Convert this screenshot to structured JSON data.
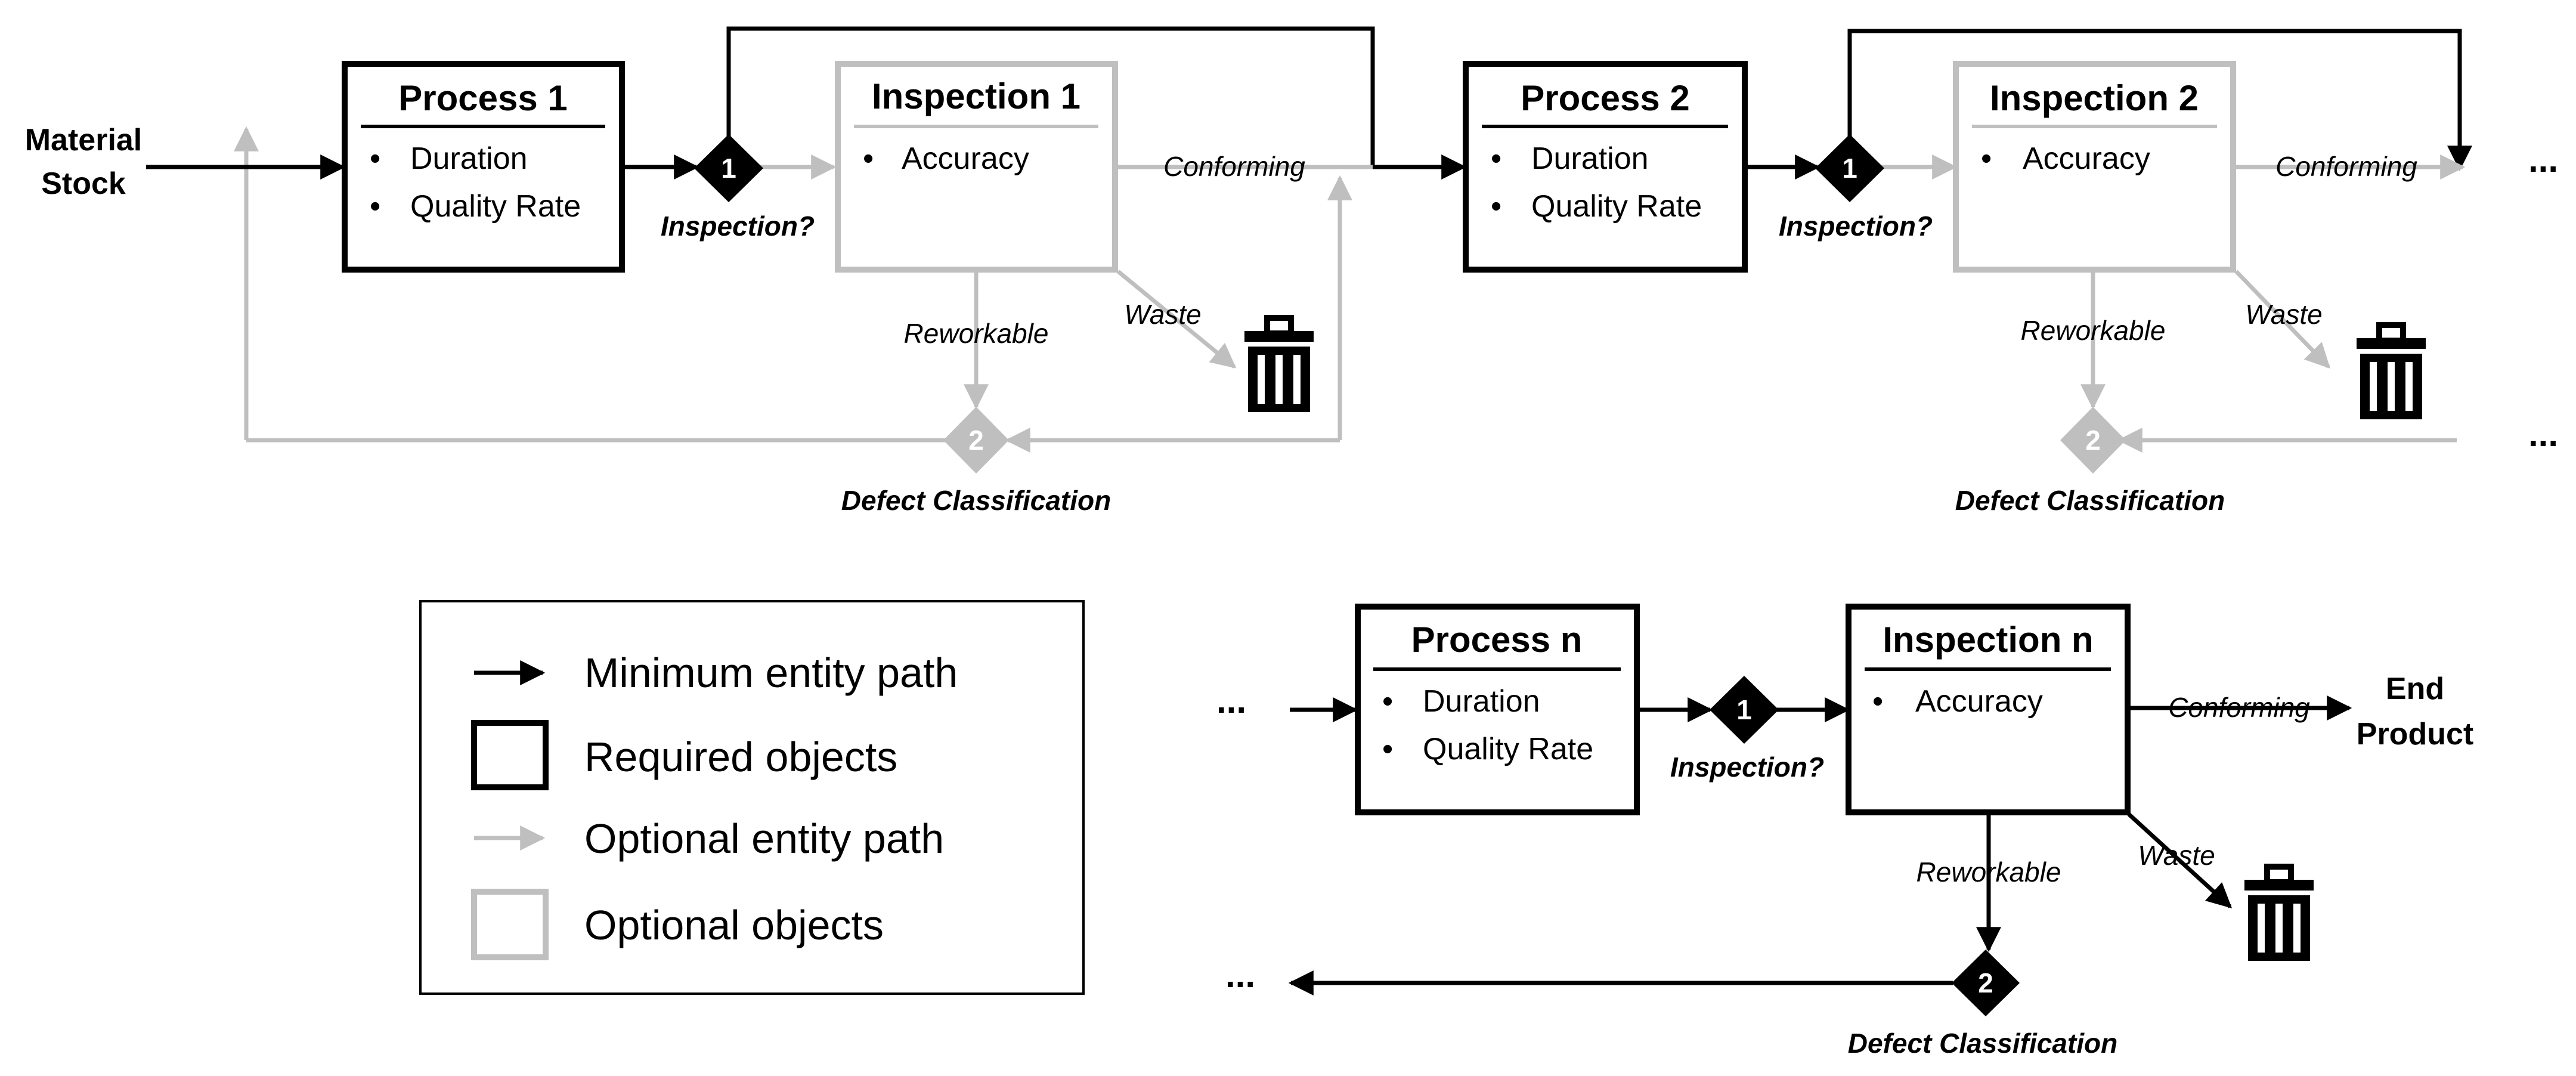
{
  "colors": {
    "required": "#000000",
    "optional": "#bfbfbf",
    "waste_icon": "#000000"
  },
  "start": {
    "line1": "Material",
    "line2": "Stock"
  },
  "end": {
    "line1": "End",
    "line2": "Product"
  },
  "stages": [
    {
      "process": {
        "title": "Process 1",
        "items": [
          "Duration",
          "Quality Rate"
        ]
      },
      "inspection": {
        "title": "Inspection 1",
        "items": [
          "Accuracy"
        ]
      },
      "decision_inspection": {
        "number": "1",
        "label": "Inspection?"
      },
      "decision_defect": {
        "number": "2",
        "label": "Defect Classification"
      },
      "conforming": "Conforming",
      "reworkable": "Reworkable",
      "waste": "Waste",
      "waste_icon": "trash-icon"
    },
    {
      "process": {
        "title": "Process 2",
        "items": [
          "Duration",
          "Quality Rate"
        ]
      },
      "inspection": {
        "title": "Inspection 2",
        "items": [
          "Accuracy"
        ]
      },
      "decision_inspection": {
        "number": "1",
        "label": "Inspection?"
      },
      "decision_defect": {
        "number": "2",
        "label": "Defect Classification"
      },
      "conforming": "Conforming",
      "reworkable": "Reworkable",
      "waste": "Waste",
      "waste_icon": "trash-icon"
    },
    {
      "process": {
        "title": "Process n",
        "items": [
          "Duration",
          "Quality Rate"
        ]
      },
      "inspection": {
        "title": "Inspection n",
        "items": [
          "Accuracy"
        ]
      },
      "decision_inspection": {
        "number": "1",
        "label": "Inspection?"
      },
      "decision_defect": {
        "number": "2",
        "label": "Defect Classification"
      },
      "conforming": "Conforming",
      "reworkable": "Reworkable",
      "waste": "Waste",
      "waste_icon": "trash-icon"
    }
  ],
  "bullet": "•",
  "ellipsis": "...",
  "legend": {
    "items": [
      {
        "label": "Minimum entity path",
        "symbol": "black-arrow-icon"
      },
      {
        "label": "Required objects",
        "symbol": "black-box-icon"
      },
      {
        "label": "Optional entity path",
        "symbol": "gray-arrow-icon"
      },
      {
        "label": "Optional objects",
        "symbol": "gray-box-icon"
      }
    ]
  }
}
